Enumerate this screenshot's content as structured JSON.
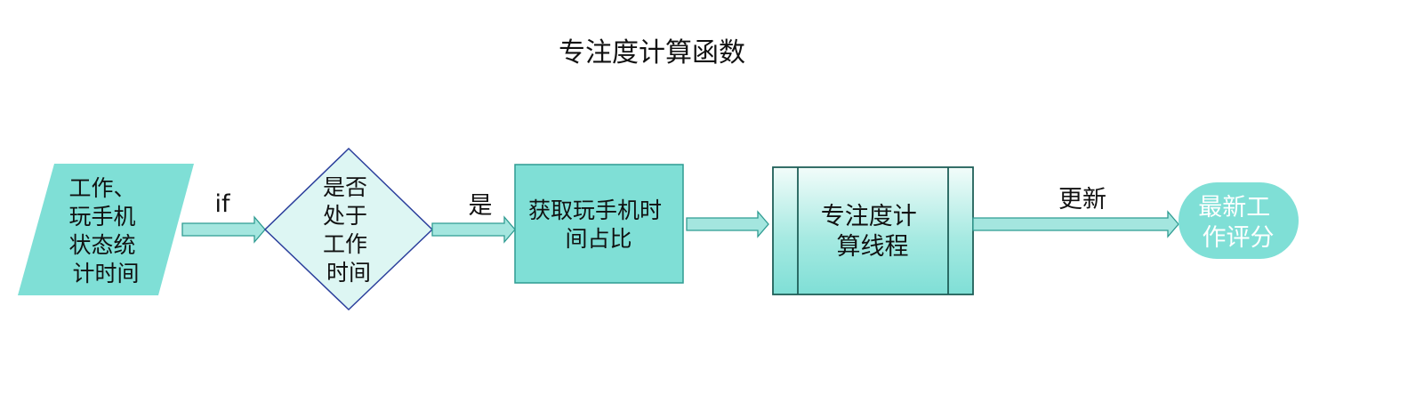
{
  "title": "专注度计算函数",
  "nodes": {
    "input": {
      "lines": [
        "工作、",
        "玩手机",
        "状态统",
        "计时间"
      ]
    },
    "decision": {
      "lines": [
        "是否",
        "处于",
        "工作",
        "时间"
      ]
    },
    "process": {
      "lines": [
        "获取玩手机时",
        "间占比"
      ]
    },
    "subprocess": {
      "lines": [
        "专注度计",
        "算线程"
      ]
    },
    "terminal": {
      "lines": [
        "最新工",
        "作评分"
      ]
    }
  },
  "edges": {
    "input_to_decision": {
      "label": "if"
    },
    "decision_to_process": {
      "label": "是"
    },
    "process_to_subprocess": {
      "label": ""
    },
    "subprocess_to_terminal": {
      "label": "更新"
    }
  },
  "colors": {
    "teal": "#7FDFD6",
    "teal_light": "#DDF6F3",
    "teal_dark": "#2F9C92",
    "border_dark": "#1F5F58",
    "diamond_border": "#2B3F9C",
    "text": "#111111",
    "terminal_text": "#ffffff"
  }
}
